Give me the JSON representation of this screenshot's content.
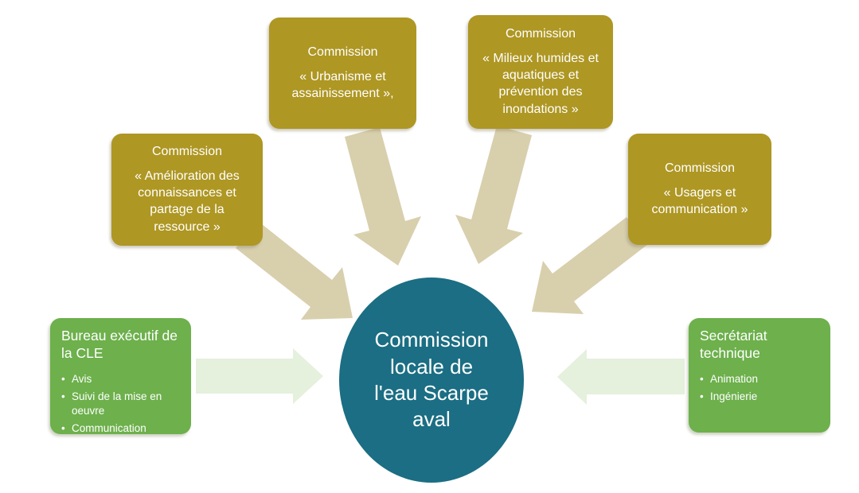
{
  "diagram": {
    "center": {
      "label": "Commission locale de l'eau Scarpe aval"
    },
    "commissions": [
      {
        "title": "Commission",
        "name": "« Amélioration des connaissances et partage de la ressource »"
      },
      {
        "title": "Commission",
        "name": "« Urbanisme et assainissement »,"
      },
      {
        "title": "Commission",
        "name": "« Milieux humides et aquatiques et prévention des inondations »"
      },
      {
        "title": "Commission",
        "name": "« Usagers et communication »"
      }
    ],
    "bureau": {
      "title": "Bureau exécutif de la CLE",
      "bullets": [
        "Avis",
        "Suivi de la mise en oeuvre",
        "Communication"
      ]
    },
    "secretariat": {
      "title": "Secrétariat technique",
      "bullets": [
        "Animation",
        "Ingénierie"
      ]
    },
    "colors": {
      "gold": "#AE9723",
      "green": "#6DB04C",
      "teal": "#1B6E83",
      "tan_arrow": "#D8CFAD",
      "light_green_arrow": "#E5F0DD"
    }
  }
}
